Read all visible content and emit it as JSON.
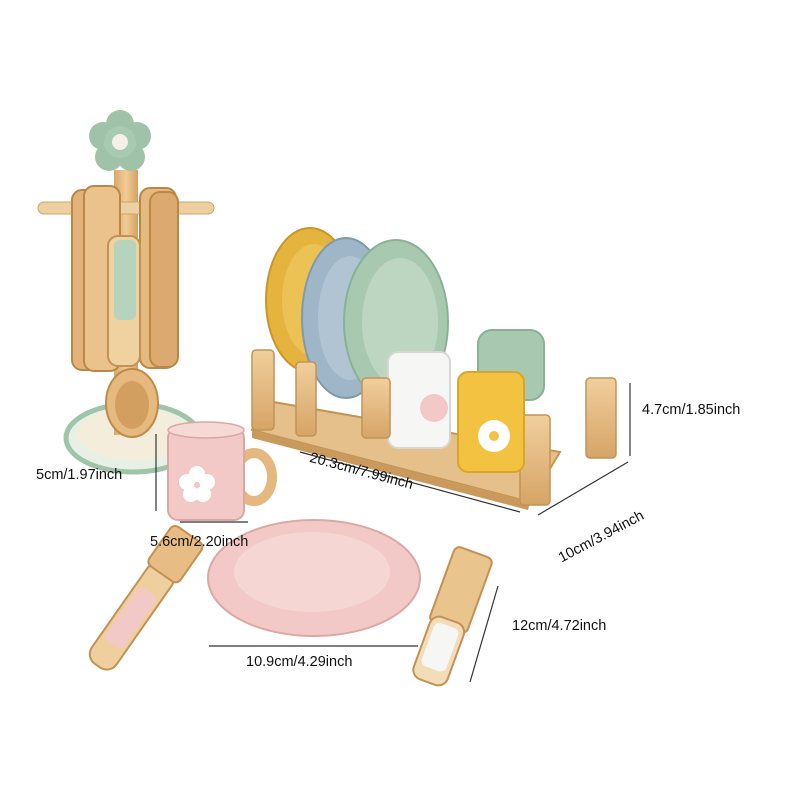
{
  "labels": {
    "rack_height": "4.7cm/1.85inch",
    "rack_length": "20.3cm/7.99inch",
    "rack_depth": "10cm/3.94inch",
    "cup_height": "5cm/1.97inch",
    "cup_width": "5.6cm/2.20inch",
    "plate_diameter": "10.9cm/4.29inch",
    "knife_length": "12cm/4.72inch"
  },
  "colors": {
    "wood": "#e8c08a",
    "wood_dark": "#c99a5c",
    "mustard": "#e5b43e",
    "blue": "#9fb6c8",
    "sage": "#a9c8b0",
    "pink": "#f2c9c6",
    "yellow": "#f2c240",
    "white": "#f6f6f4"
  }
}
